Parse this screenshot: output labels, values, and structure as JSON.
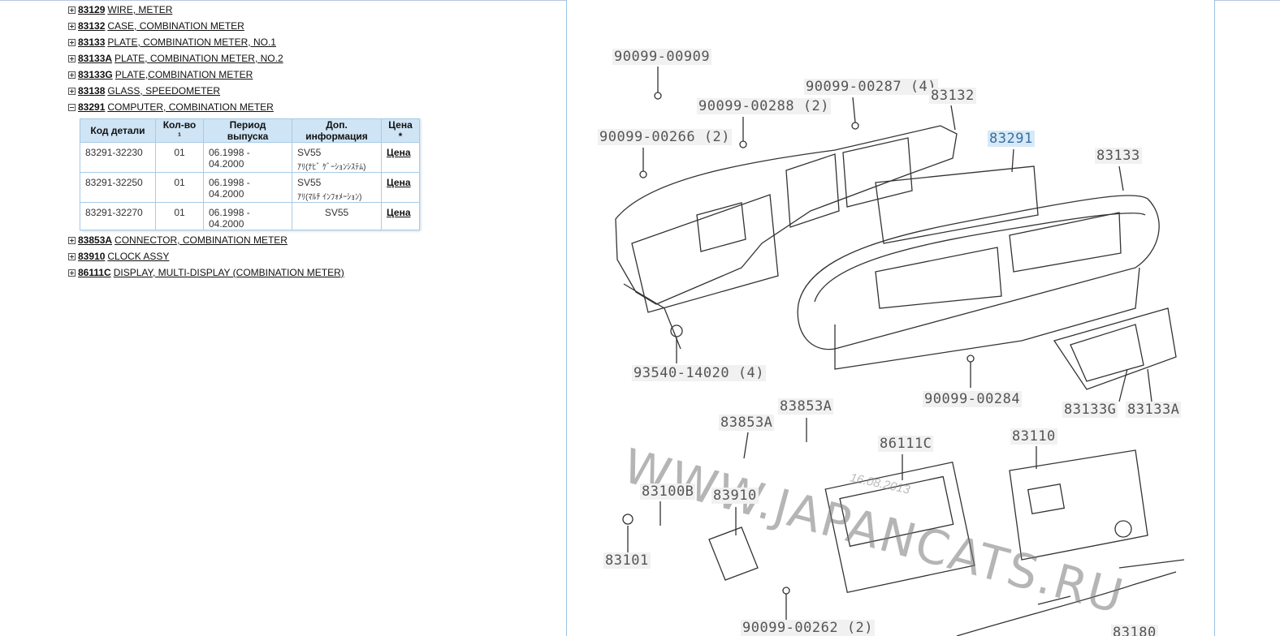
{
  "tree": {
    "before": [
      {
        "code": "83129",
        "name": "WIRE, METER"
      },
      {
        "code": "83132",
        "name": "CASE, COMBINATION METER"
      },
      {
        "code": "83133",
        "name": "PLATE, COMBINATION METER, NO.1"
      },
      {
        "code": "83133A",
        "name": "PLATE, COMBINATION METER, NO.2"
      },
      {
        "code": "83133G",
        "name": "PLATE,COMBINATION METER"
      },
      {
        "code": "83138",
        "name": "GLASS, SPEEDOMETER"
      }
    ],
    "expanded": {
      "code": "83291",
      "name": "COMPUTER, COMBINATION METER"
    },
    "after": [
      {
        "code": "83853A",
        "name": "CONNECTOR, COMBINATION METER"
      },
      {
        "code": "83910",
        "name": "CLOCK ASSY"
      },
      {
        "code": "86111C",
        "name": "DISPLAY, MULTI-DISPLAY (COMBINATION METER)"
      }
    ]
  },
  "table": {
    "headers": [
      "Код детали",
      "Кол-во ¹",
      "Период выпуска",
      "Доп. информация",
      "Цена *"
    ],
    "rows": [
      {
        "part": "83291-32230",
        "qty": "01",
        "period": "06.1998 - 04.2000",
        "info": "SV55",
        "info2": "ｱﾘ(ﾅﾋﾞ ｹﾞｰｼｮﾝｼｽﾃﾑ)",
        "price": "Цена"
      },
      {
        "part": "83291-32250",
        "qty": "01",
        "period": "06.1998 - 04.2000",
        "info": "SV55",
        "info2": "ｱﾘ(ﾏﾙﾁ ｲﾝﾌｫﾒｰｼｮﾝ)",
        "price": "Цена"
      },
      {
        "part": "83291-32270",
        "qty": "01",
        "period": "06.1998 - 04.2000",
        "info": "SV55",
        "info2": "",
        "price": "Цена"
      }
    ]
  },
  "diagram": {
    "labels": {
      "p90099_00909": "90099-00909",
      "p90099_00287": "90099-00287 (4)",
      "p83132": "83132",
      "p90099_00288": "90099-00288 (2)",
      "p90099_00266": "90099-00266 (2)",
      "p83291": "83291",
      "p83133": "83133",
      "p93540_14020": "93540-14020 (4)",
      "p90099_00284": "90099-00284",
      "p83133G": "83133G",
      "p83133A": "83133A",
      "p83853A_1": "83853A",
      "p83853A_2": "83853A",
      "p86111C": "86111C",
      "p83110": "83110",
      "p83100B": "83100B",
      "p83910": "83910",
      "p83101": "83101",
      "p90099_00262": "90099-00262 (2)",
      "p83180": "83180"
    },
    "watermark": "WWW.JAPANCATS.RU",
    "stamp": "16.08.2013"
  }
}
